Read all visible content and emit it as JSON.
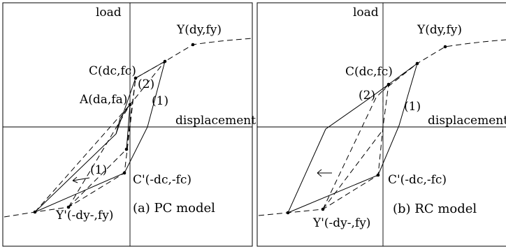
{
  "panels": [
    {
      "id": "pc",
      "axis_y_label": "load",
      "axis_x_label": "displacement",
      "points": {
        "Y": "Y(dy,fy)",
        "C": "C(dc,fc)",
        "A": "A(da,fa)",
        "Cn": "C'(-dc,-fc)",
        "Yn": "Y'(-dy-,fy)"
      },
      "path_labels": {
        "p2": "(2)",
        "p1_upper": "(1)",
        "p1_lower": "(1)"
      },
      "caption": "(a) PC model"
    },
    {
      "id": "rc",
      "axis_y_label": "load",
      "axis_x_label": "displacement",
      "points": {
        "Y": "Y(dy,fy)",
        "C": "C(dc,fc)",
        "Cn": "C'(-dc,-fc)",
        "Yn": "Y'(-dy-,fy)"
      },
      "path_labels": {
        "p2": "(2)",
        "p1": "(1)"
      },
      "caption": "(b) RC model"
    }
  ]
}
